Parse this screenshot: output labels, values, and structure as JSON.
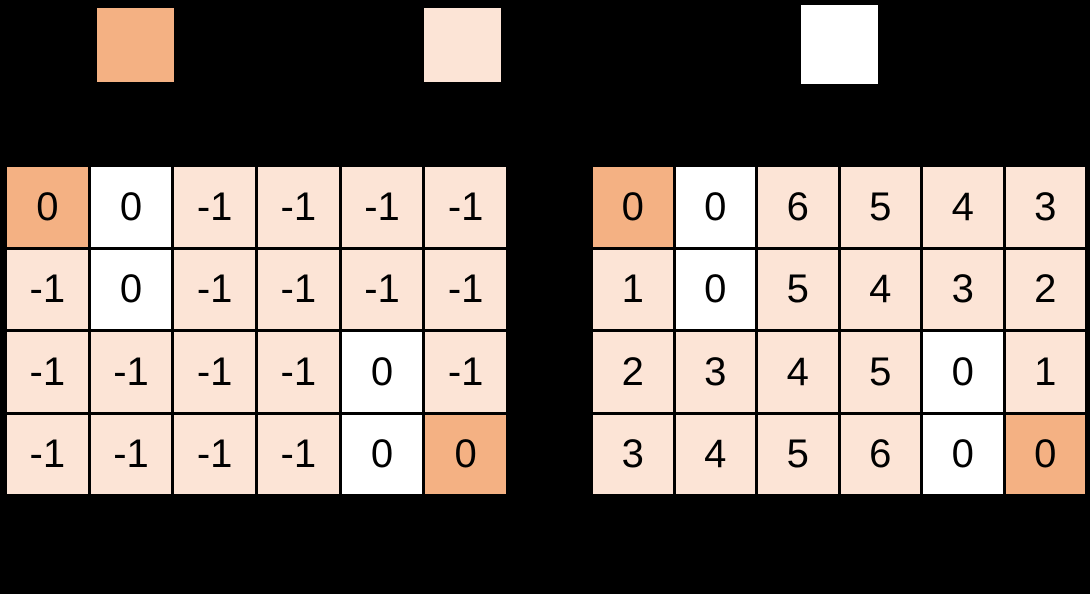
{
  "colors": {
    "background": "#000000",
    "accent_dark": "#F4B183",
    "accent_light": "#FCE4D6",
    "blank": "#FFFFFF",
    "border": "#000000",
    "text": "#000000"
  },
  "legend": {
    "swatches": [
      {
        "name": "endpoint-swatch",
        "color": "#F4B183"
      },
      {
        "name": "path-cell-swatch",
        "color": "#FCE4D6"
      },
      {
        "name": "blocked-cell-swatch",
        "color": "#FFFFFF"
      }
    ]
  },
  "grids": [
    {
      "name": "left-matrix",
      "rows": 4,
      "cols": 6,
      "cells": [
        [
          {
            "value": "0",
            "fill": "#F4B183"
          },
          {
            "value": "0",
            "fill": "#FFFFFF"
          },
          {
            "value": "-1",
            "fill": "#FCE4D6"
          },
          {
            "value": "-1",
            "fill": "#FCE4D6"
          },
          {
            "value": "-1",
            "fill": "#FCE4D6"
          },
          {
            "value": "-1",
            "fill": "#FCE4D6"
          }
        ],
        [
          {
            "value": "-1",
            "fill": "#FCE4D6"
          },
          {
            "value": "0",
            "fill": "#FFFFFF"
          },
          {
            "value": "-1",
            "fill": "#FCE4D6"
          },
          {
            "value": "-1",
            "fill": "#FCE4D6"
          },
          {
            "value": "-1",
            "fill": "#FCE4D6"
          },
          {
            "value": "-1",
            "fill": "#FCE4D6"
          }
        ],
        [
          {
            "value": "-1",
            "fill": "#FCE4D6"
          },
          {
            "value": "-1",
            "fill": "#FCE4D6"
          },
          {
            "value": "-1",
            "fill": "#FCE4D6"
          },
          {
            "value": "-1",
            "fill": "#FCE4D6"
          },
          {
            "value": "0",
            "fill": "#FFFFFF"
          },
          {
            "value": "-1",
            "fill": "#FCE4D6"
          }
        ],
        [
          {
            "value": "-1",
            "fill": "#FCE4D6"
          },
          {
            "value": "-1",
            "fill": "#FCE4D6"
          },
          {
            "value": "-1",
            "fill": "#FCE4D6"
          },
          {
            "value": "-1",
            "fill": "#FCE4D6"
          },
          {
            "value": "0",
            "fill": "#FFFFFF"
          },
          {
            "value": "0",
            "fill": "#F4B183"
          }
        ]
      ]
    },
    {
      "name": "right-matrix",
      "rows": 4,
      "cols": 6,
      "cells": [
        [
          {
            "value": "0",
            "fill": "#F4B183"
          },
          {
            "value": "0",
            "fill": "#FFFFFF"
          },
          {
            "value": "6",
            "fill": "#FCE4D6"
          },
          {
            "value": "5",
            "fill": "#FCE4D6"
          },
          {
            "value": "4",
            "fill": "#FCE4D6"
          },
          {
            "value": "3",
            "fill": "#FCE4D6"
          }
        ],
        [
          {
            "value": "1",
            "fill": "#FCE4D6"
          },
          {
            "value": "0",
            "fill": "#FFFFFF"
          },
          {
            "value": "5",
            "fill": "#FCE4D6"
          },
          {
            "value": "4",
            "fill": "#FCE4D6"
          },
          {
            "value": "3",
            "fill": "#FCE4D6"
          },
          {
            "value": "2",
            "fill": "#FCE4D6"
          }
        ],
        [
          {
            "value": "2",
            "fill": "#FCE4D6"
          },
          {
            "value": "3",
            "fill": "#FCE4D6"
          },
          {
            "value": "4",
            "fill": "#FCE4D6"
          },
          {
            "value": "5",
            "fill": "#FCE4D6"
          },
          {
            "value": "0",
            "fill": "#FFFFFF"
          },
          {
            "value": "1",
            "fill": "#FCE4D6"
          }
        ],
        [
          {
            "value": "3",
            "fill": "#FCE4D6"
          },
          {
            "value": "4",
            "fill": "#FCE4D6"
          },
          {
            "value": "5",
            "fill": "#FCE4D6"
          },
          {
            "value": "6",
            "fill": "#FCE4D6"
          },
          {
            "value": "0",
            "fill": "#FFFFFF"
          },
          {
            "value": "0",
            "fill": "#F4B183"
          }
        ]
      ]
    }
  ]
}
